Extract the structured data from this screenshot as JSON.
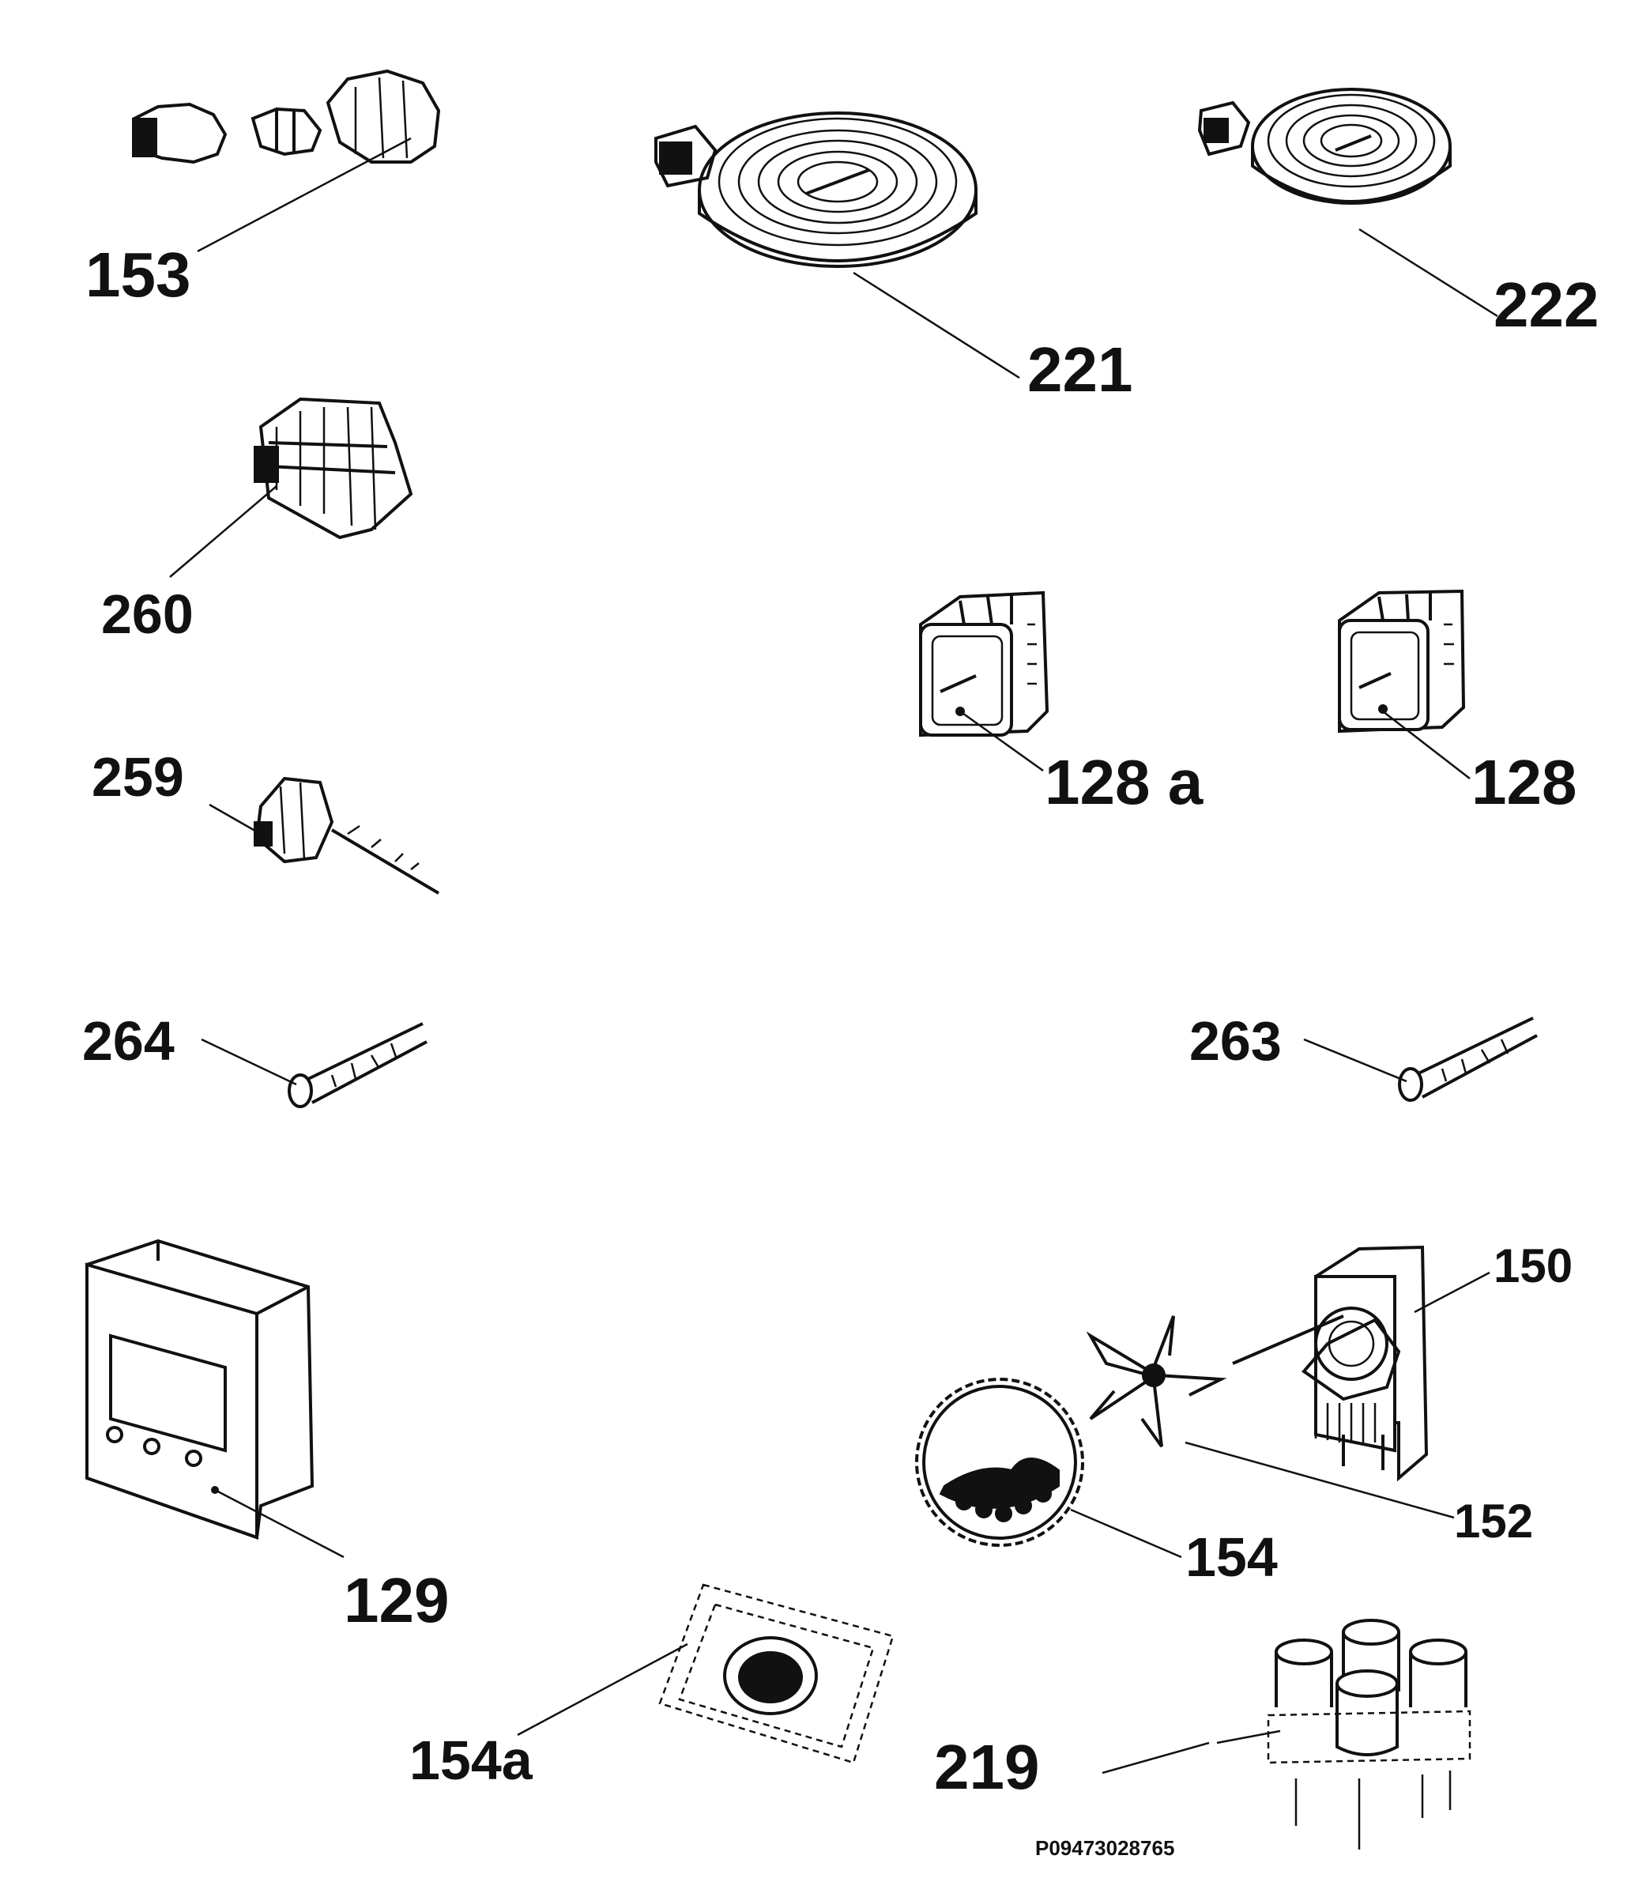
{
  "diagram": {
    "reference_code": "P09473028765",
    "parts": [
      {
        "id": "153",
        "label": "153"
      },
      {
        "id": "221",
        "label": "221"
      },
      {
        "id": "222",
        "label": "222"
      },
      {
        "id": "260",
        "label": "260"
      },
      {
        "id": "128a",
        "label": "128 a"
      },
      {
        "id": "128",
        "label": "128"
      },
      {
        "id": "259",
        "label": "259"
      },
      {
        "id": "264",
        "label": "264"
      },
      {
        "id": "263",
        "label": "263"
      },
      {
        "id": "150",
        "label": "150"
      },
      {
        "id": "152",
        "label": "152"
      },
      {
        "id": "154",
        "label": "154"
      },
      {
        "id": "129",
        "label": "129"
      },
      {
        "id": "154a",
        "label": "154a"
      },
      {
        "id": "219",
        "label": "219"
      }
    ]
  }
}
